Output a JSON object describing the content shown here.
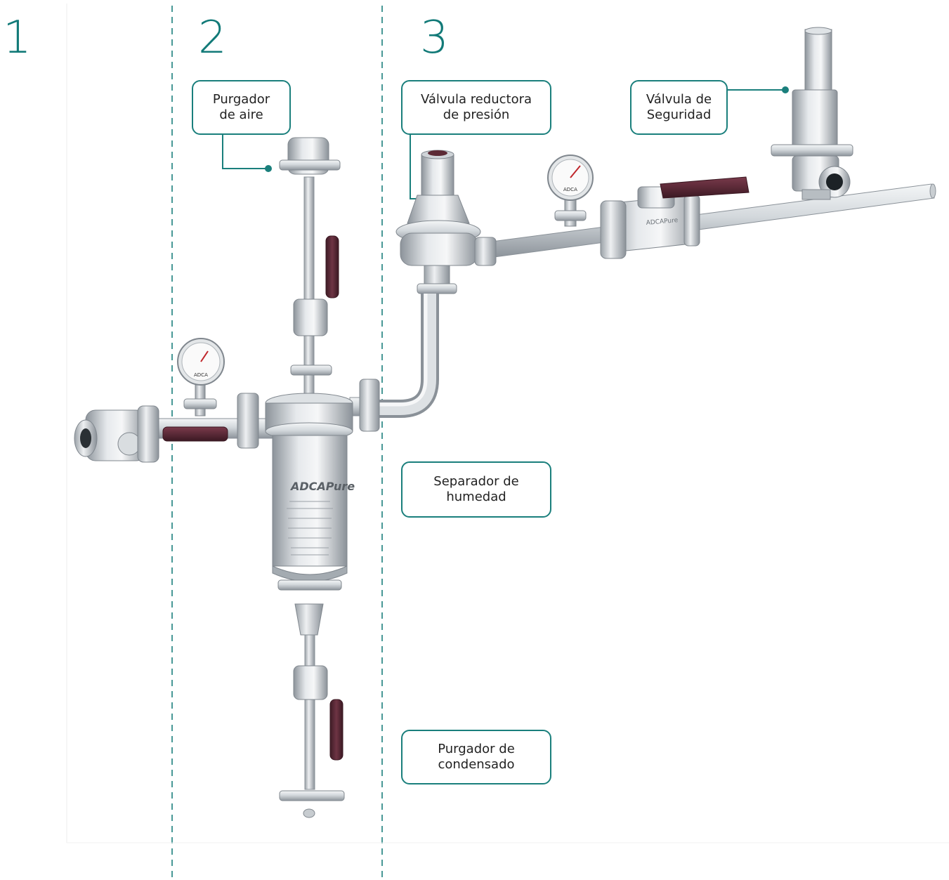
{
  "sections": {
    "one": "1",
    "two": "2",
    "three": "3"
  },
  "callouts": {
    "purgador_aire": {
      "line1": "Purgador",
      "line2": "de aire"
    },
    "valvula_reductora": {
      "line1": "Válvula reductora",
      "line2": "de presión"
    },
    "valvula_seguridad": {
      "line1": "Válvula de",
      "line2": "Seguridad"
    },
    "separador_humedad": {
      "line1": "Separador de",
      "line2": "humedad"
    },
    "purgador_condensado": {
      "line1": "Purgador de",
      "line2": "condensado"
    }
  },
  "equipment_text": {
    "brand_separator": "ADCAPure",
    "brand_valve": "ADCAPure",
    "gauge_brand": "ADCA"
  },
  "colors": {
    "accent": "#127a78",
    "callout_border": "#1a7f7c",
    "steel_light": "#e4e7ea",
    "steel_dark": "#8e959c",
    "handle": "#5a2a36"
  }
}
